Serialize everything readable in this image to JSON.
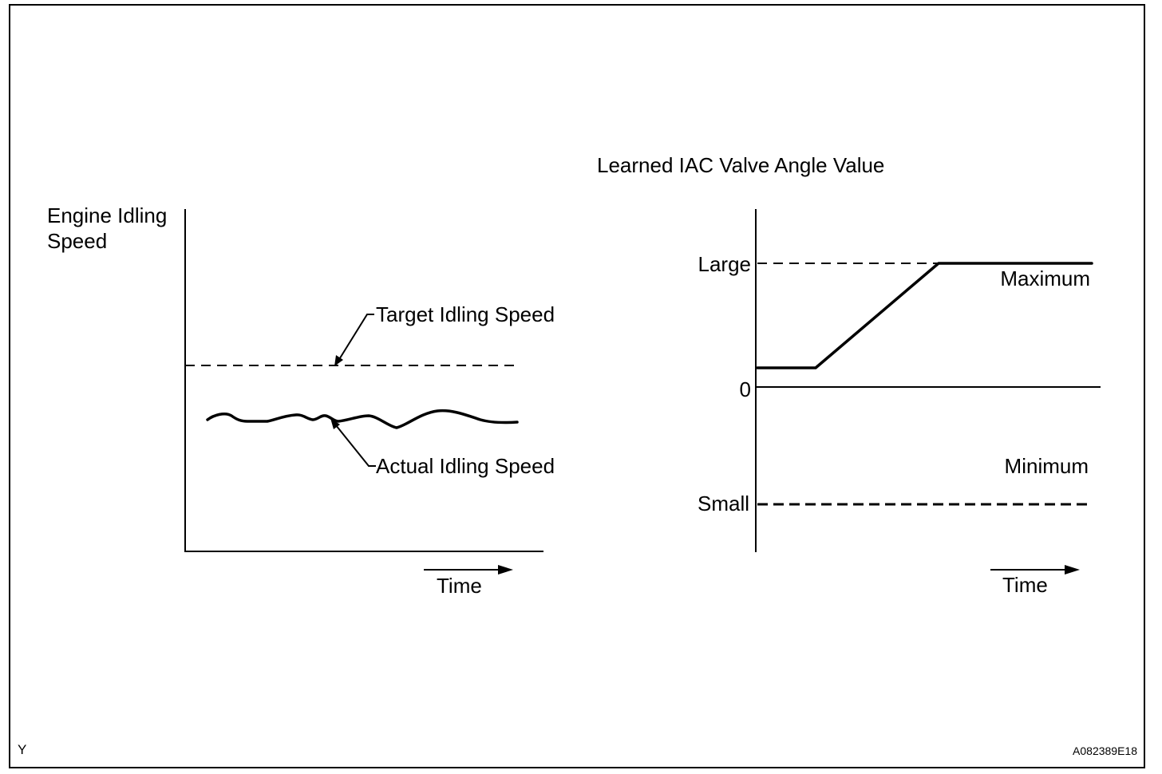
{
  "left_diagram": {
    "y_axis_label_line1": "Engine Idling",
    "y_axis_label_line2": "Speed",
    "target_label": "Target Idling Speed",
    "actual_label": "Actual Idling Speed",
    "time_label": "Time"
  },
  "right_diagram": {
    "title": "Learned IAC Valve Angle Value",
    "tick_large": "Large",
    "tick_zero": "0",
    "tick_small": "Small",
    "maximum_label": "Maximum",
    "minimum_label": "Minimum",
    "time_label": "Time"
  },
  "footer": {
    "corner_letter": "Y",
    "figure_code": "A082389E18"
  }
}
